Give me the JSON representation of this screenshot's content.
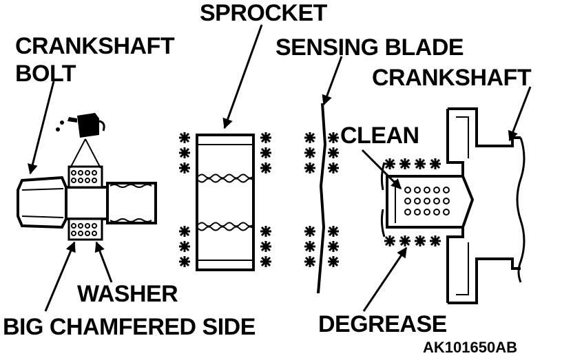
{
  "labels": {
    "sprocket": "SPROCKET",
    "crankshaft_bolt_line1": "CRANKSHAFT",
    "crankshaft_bolt_line2": "BOLT",
    "sensing_blade": "SENSING BLADE",
    "crankshaft": "CRANKSHAFT",
    "clean": "CLEAN",
    "washer": "WASHER",
    "big_chamfered_side": "BIG CHAMFERED SIDE",
    "degrease": "DEGREASE"
  },
  "figure_code": "AK101650AB"
}
